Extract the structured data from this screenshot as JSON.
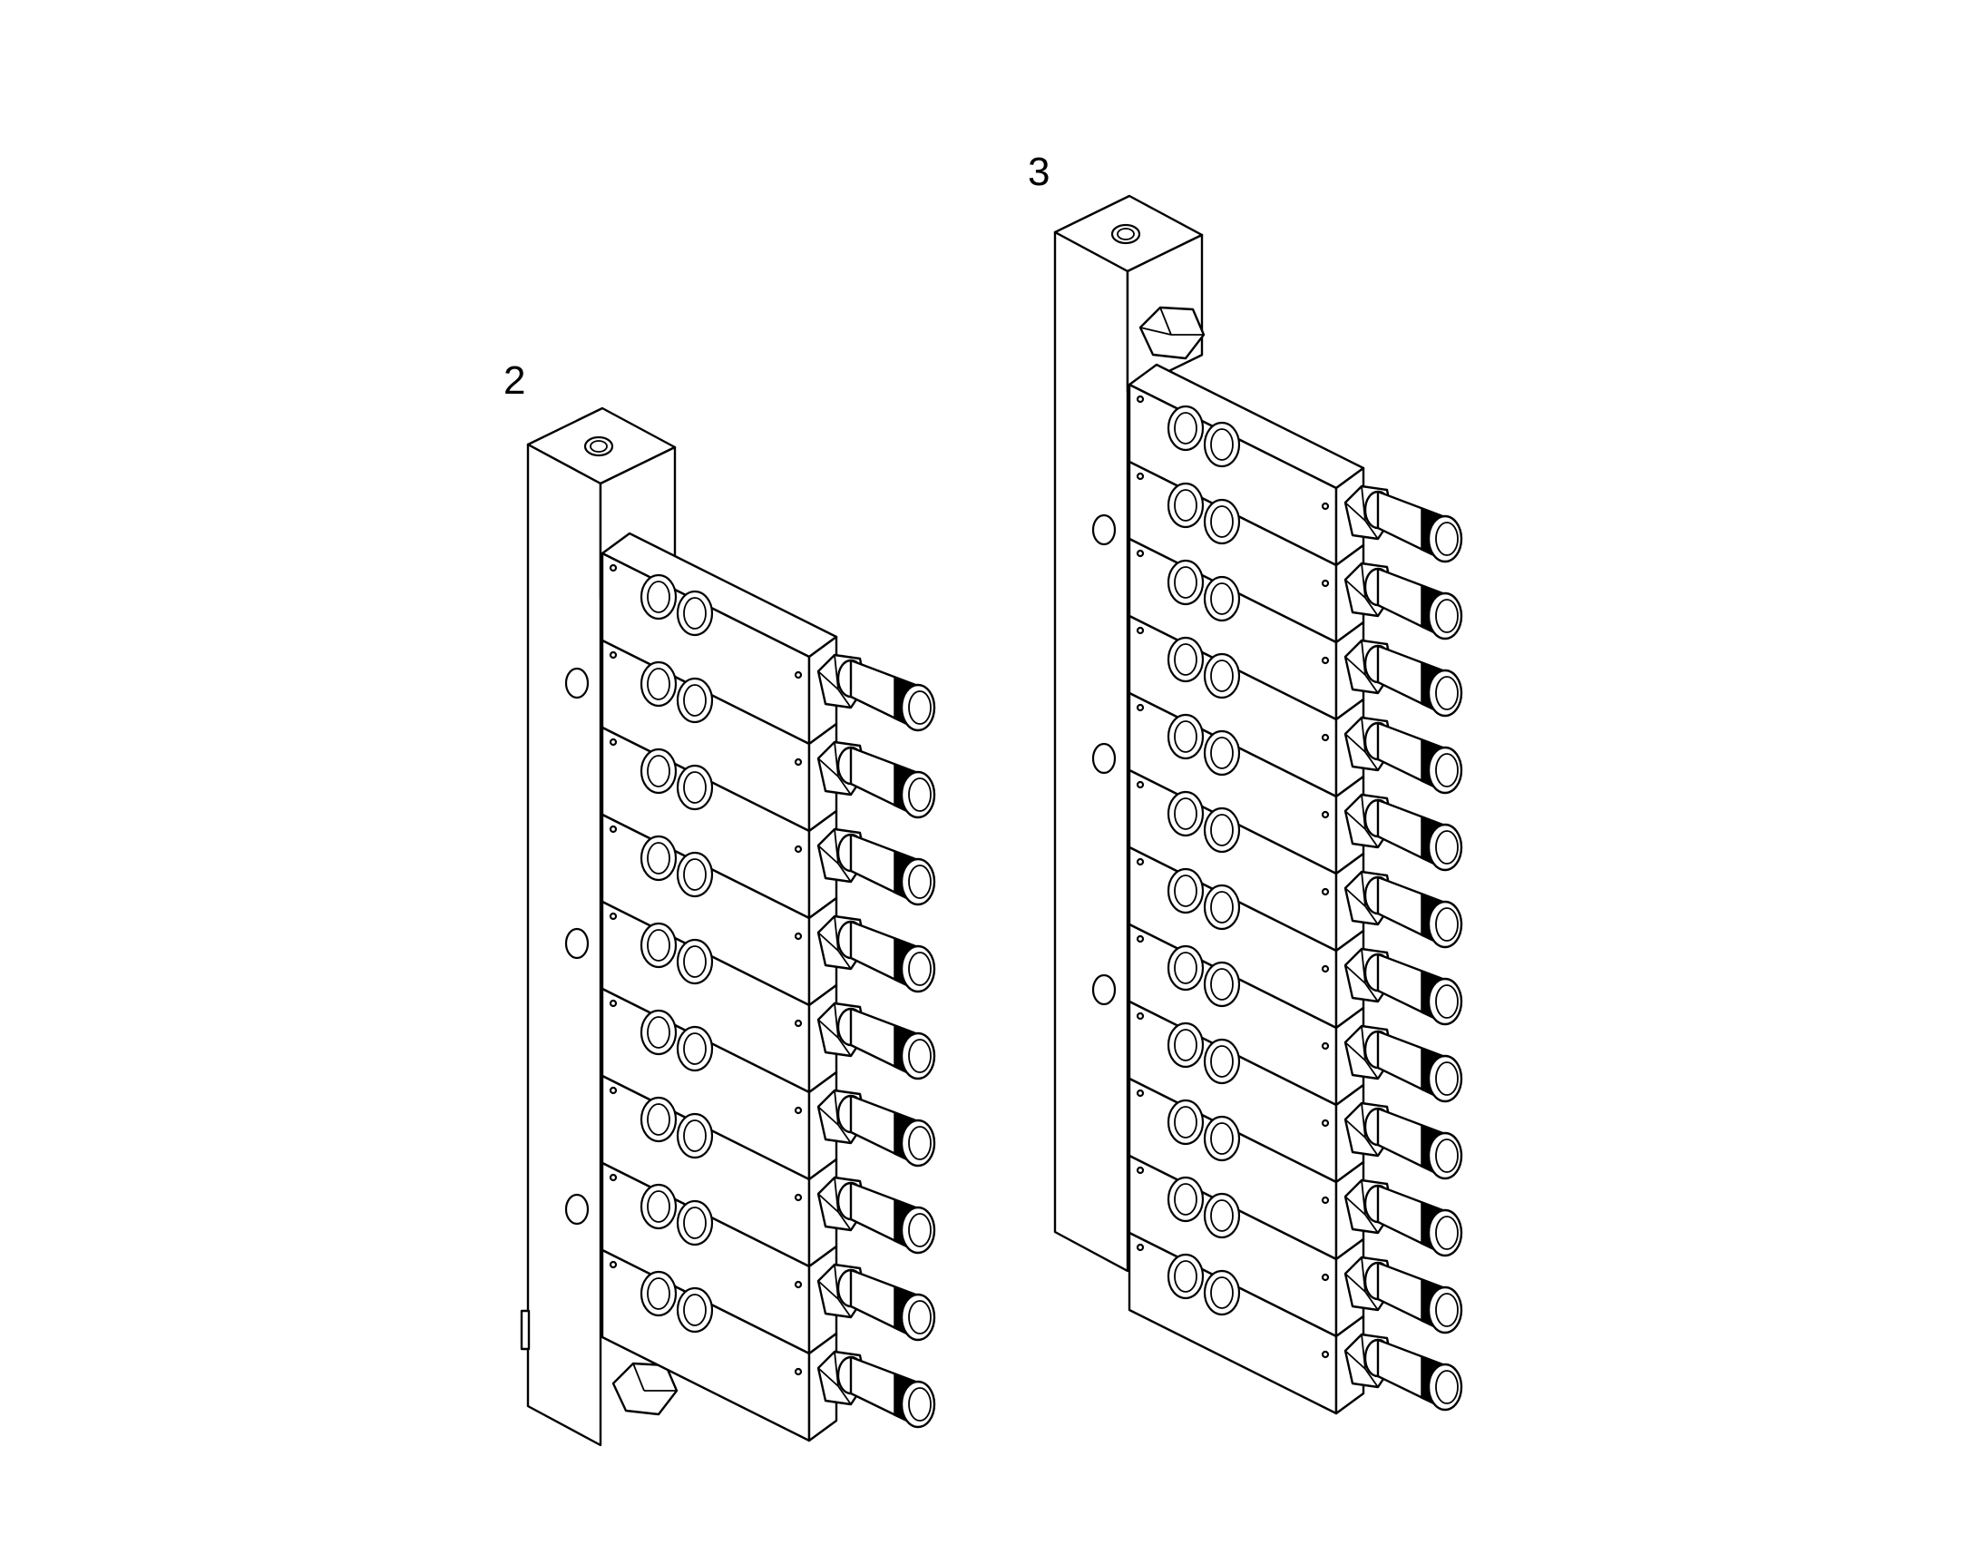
{
  "callouts": [
    {
      "label": "2",
      "target": "manifold-assembly-9-outlet"
    },
    {
      "label": "3",
      "target": "manifold-assembly-12-outlet"
    }
  ],
  "assemblies": [
    {
      "id": "manifold-assembly-9-outlet",
      "outlets": 9
    },
    {
      "id": "manifold-assembly-12-outlet",
      "outlets": 12
    }
  ],
  "colors": {
    "line": "#000000",
    "fill": "#ffffff"
  }
}
